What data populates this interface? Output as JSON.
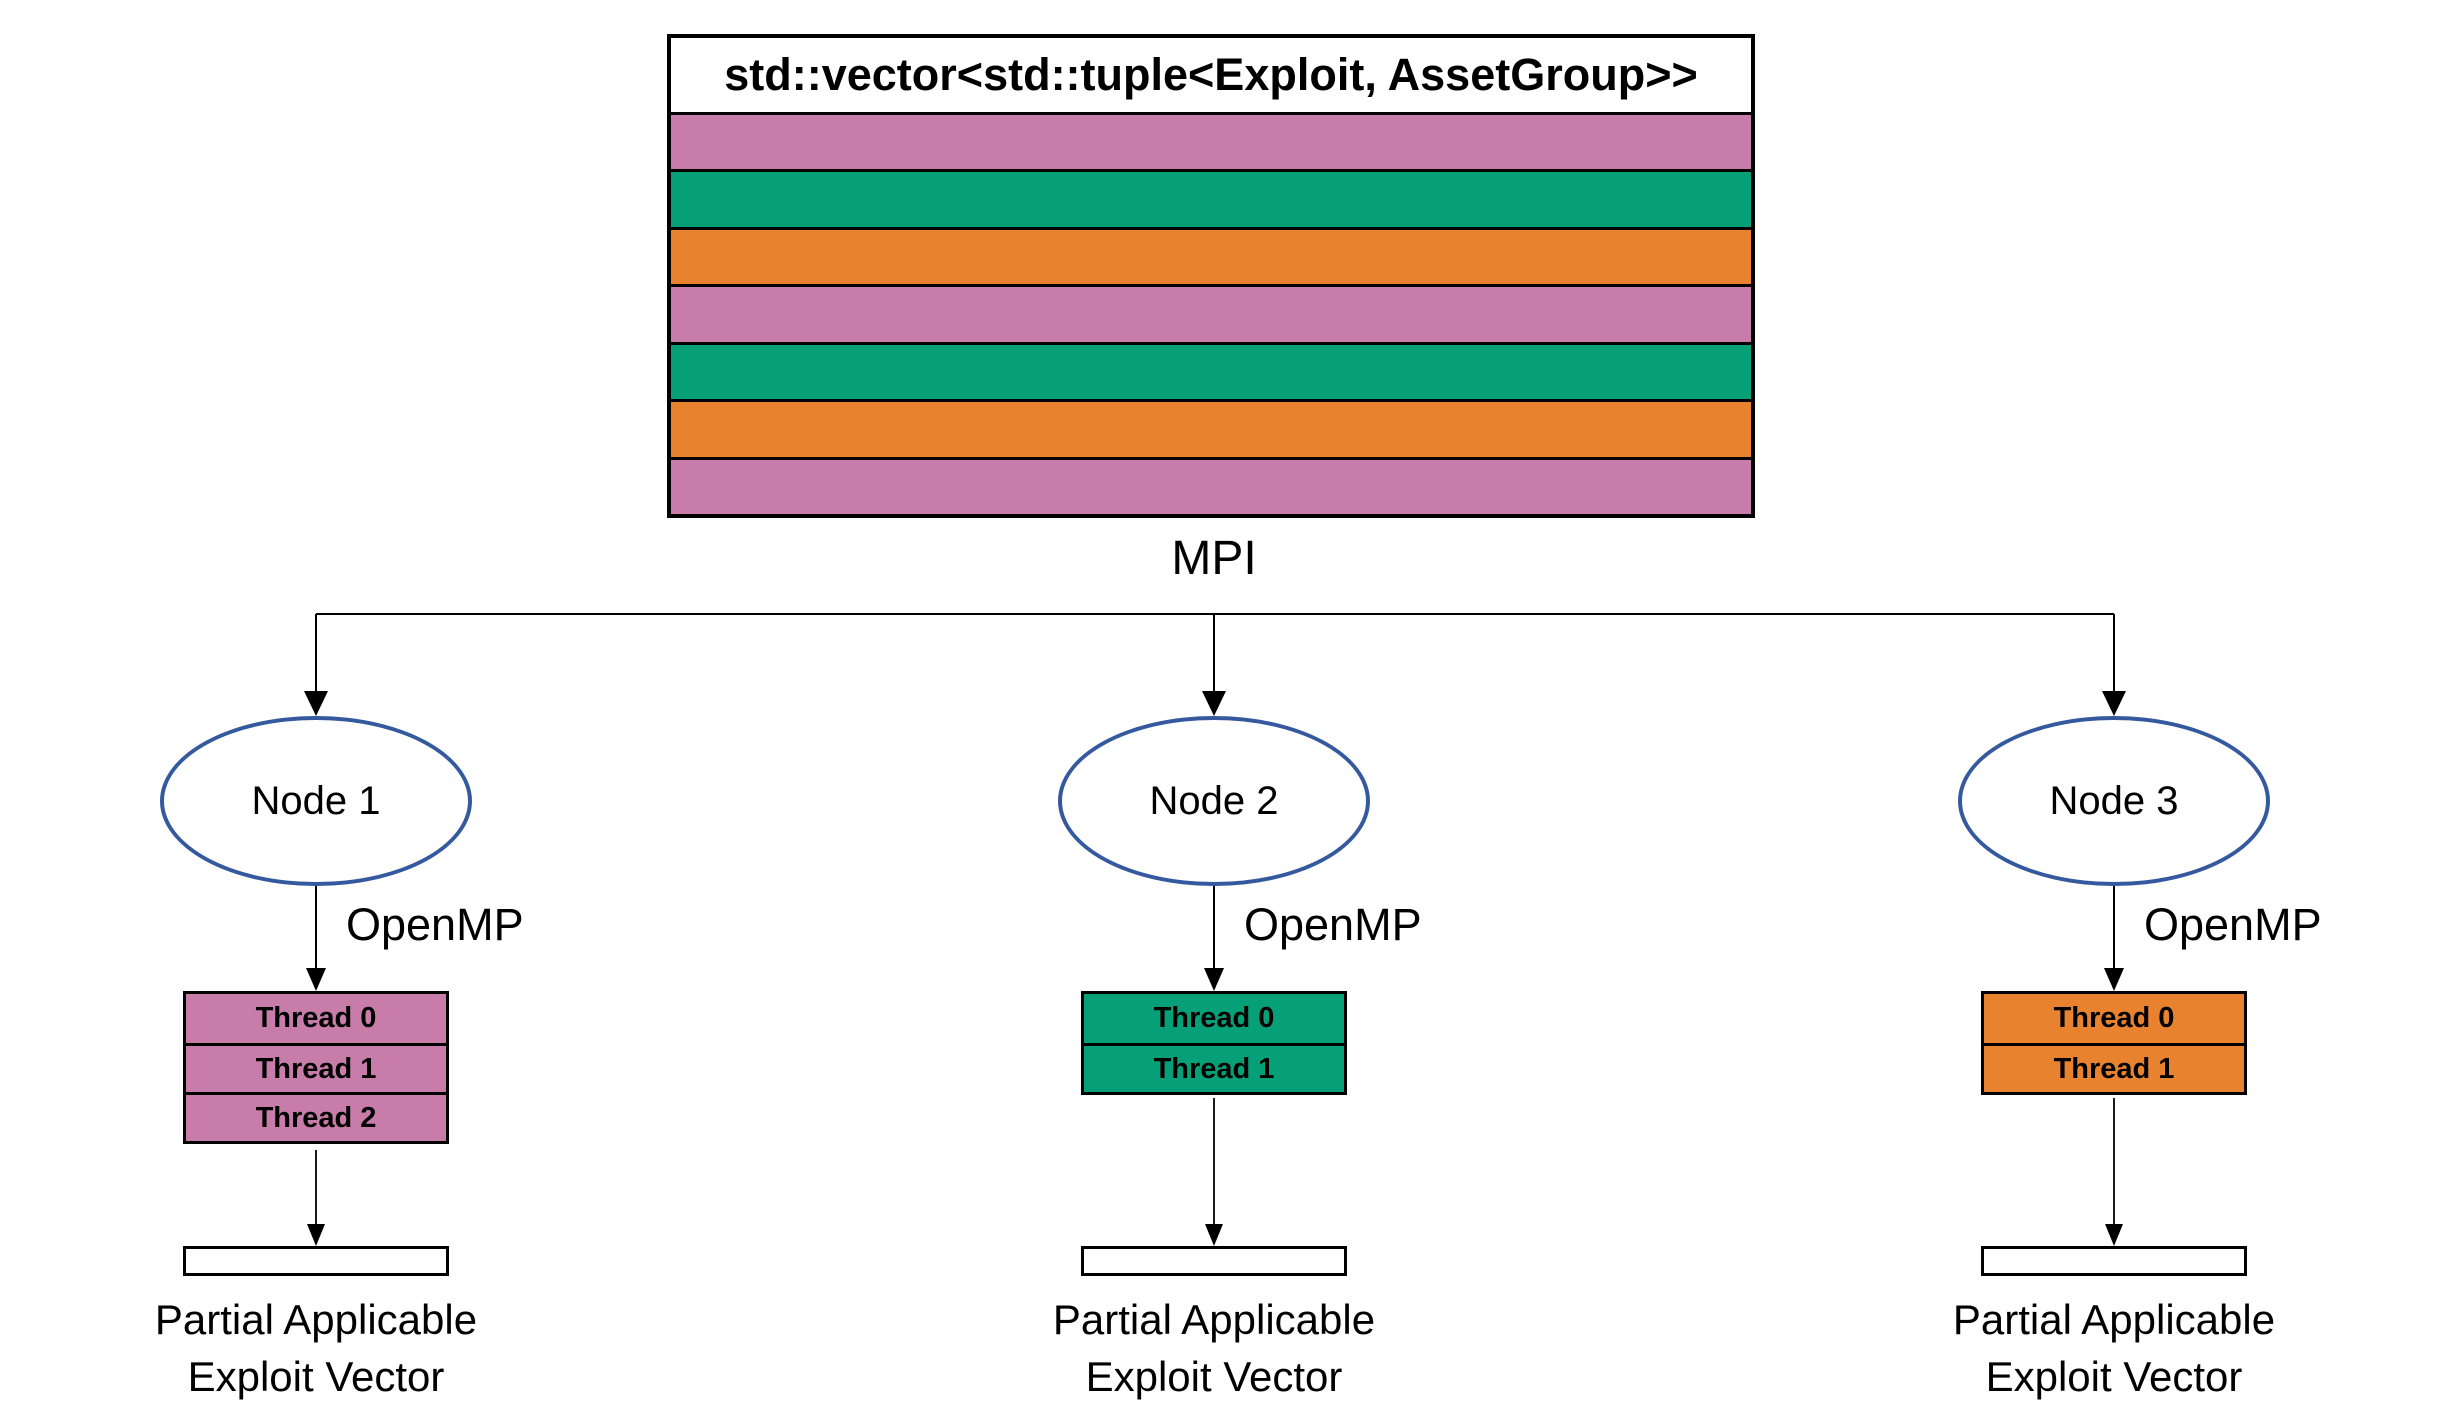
{
  "colors": {
    "pink": "#C87CA9",
    "green": "#06A078",
    "orange": "#E9822E",
    "ellipse_stroke": "#35599E",
    "line": "#000000"
  },
  "vector_box": {
    "title": "std::vector<std::tuple<Exploit, AssetGroup>>",
    "stripes": [
      "pink",
      "green",
      "orange",
      "pink",
      "green",
      "orange",
      "pink"
    ]
  },
  "labels": {
    "mpi": "MPI",
    "openmp": "OpenMP"
  },
  "nodes": [
    {
      "name": "Node 1",
      "color": "pink",
      "threads": [
        "Thread 0",
        "Thread 1",
        "Thread 2"
      ],
      "caption": [
        "Partial Applicable",
        "Exploit Vector"
      ]
    },
    {
      "name": "Node 2",
      "color": "green",
      "threads": [
        "Thread 0",
        "Thread 1"
      ],
      "caption": [
        "Partial Applicable",
        "Exploit Vector"
      ]
    },
    {
      "name": "Node 3",
      "color": "orange",
      "threads": [
        "Thread 0",
        "Thread 1"
      ],
      "caption": [
        "Partial Applicable",
        "Exploit Vector"
      ]
    }
  ]
}
